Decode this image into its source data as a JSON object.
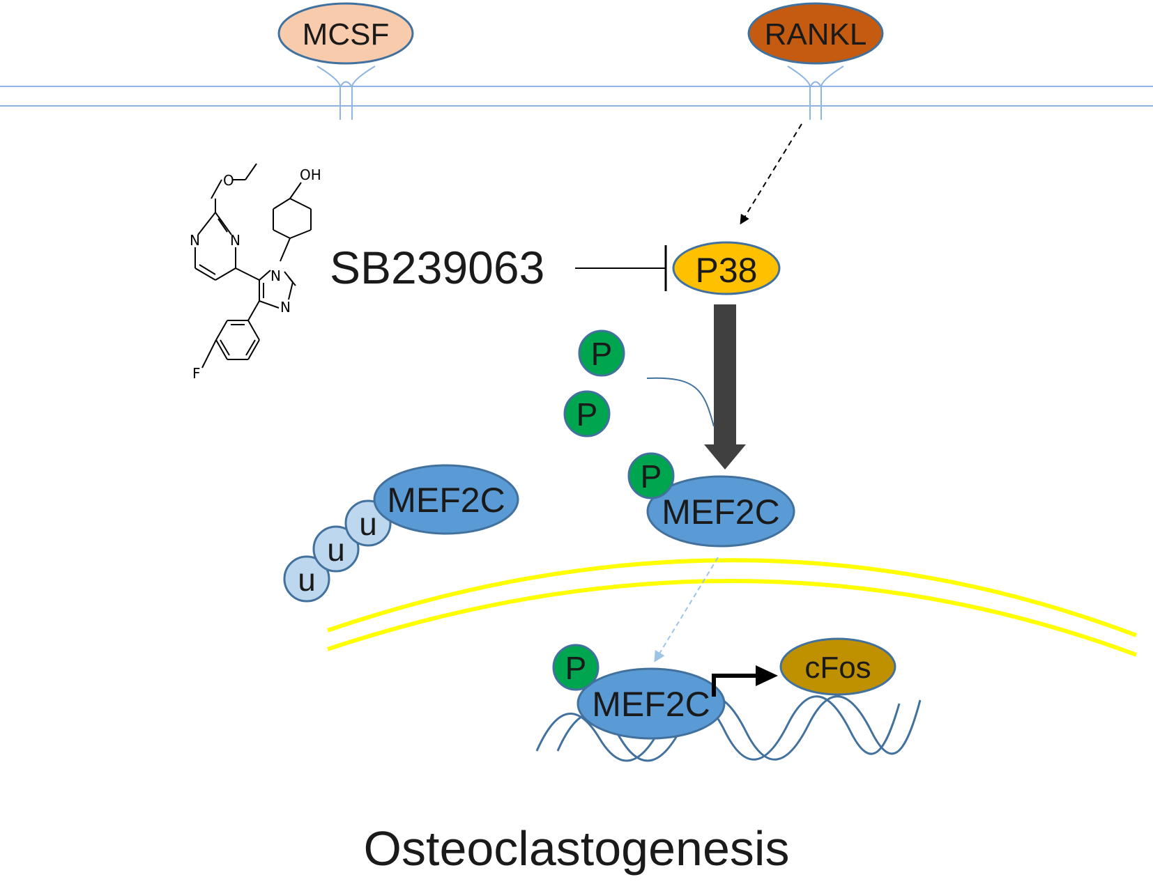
{
  "ligands": {
    "mcsf": "MCSF",
    "rankl": "RANKL"
  },
  "inhibitor": {
    "name": "SB239063",
    "atoms": {
      "oh": "OH",
      "n1": "N",
      "n2": "N",
      "n3": "N",
      "n4": "N",
      "o": "O",
      "f": "F"
    }
  },
  "kinase": "P38",
  "phospho_label": "P",
  "ubiquitin_label": "u",
  "mef2c_label": "MEF2C",
  "target_gene": "cFos",
  "outcome": "Osteoclastogenesis",
  "colors": {
    "membrane": "#8db4e2",
    "mcsf_fill": "#f8cbad",
    "rankl_fill": "#c55a11",
    "receptor_stroke": "#41719c",
    "p38_fill": "#ffc000",
    "phospho_fill": "#00a550",
    "mef2c_fill": "#5b9bd5",
    "ubiquitin_fill": "#bdd7ee",
    "nuclear_membrane": "#ffff00",
    "cfos_fill": "#bf9000",
    "dna": "#41719c",
    "big_arrow": "#404040"
  }
}
